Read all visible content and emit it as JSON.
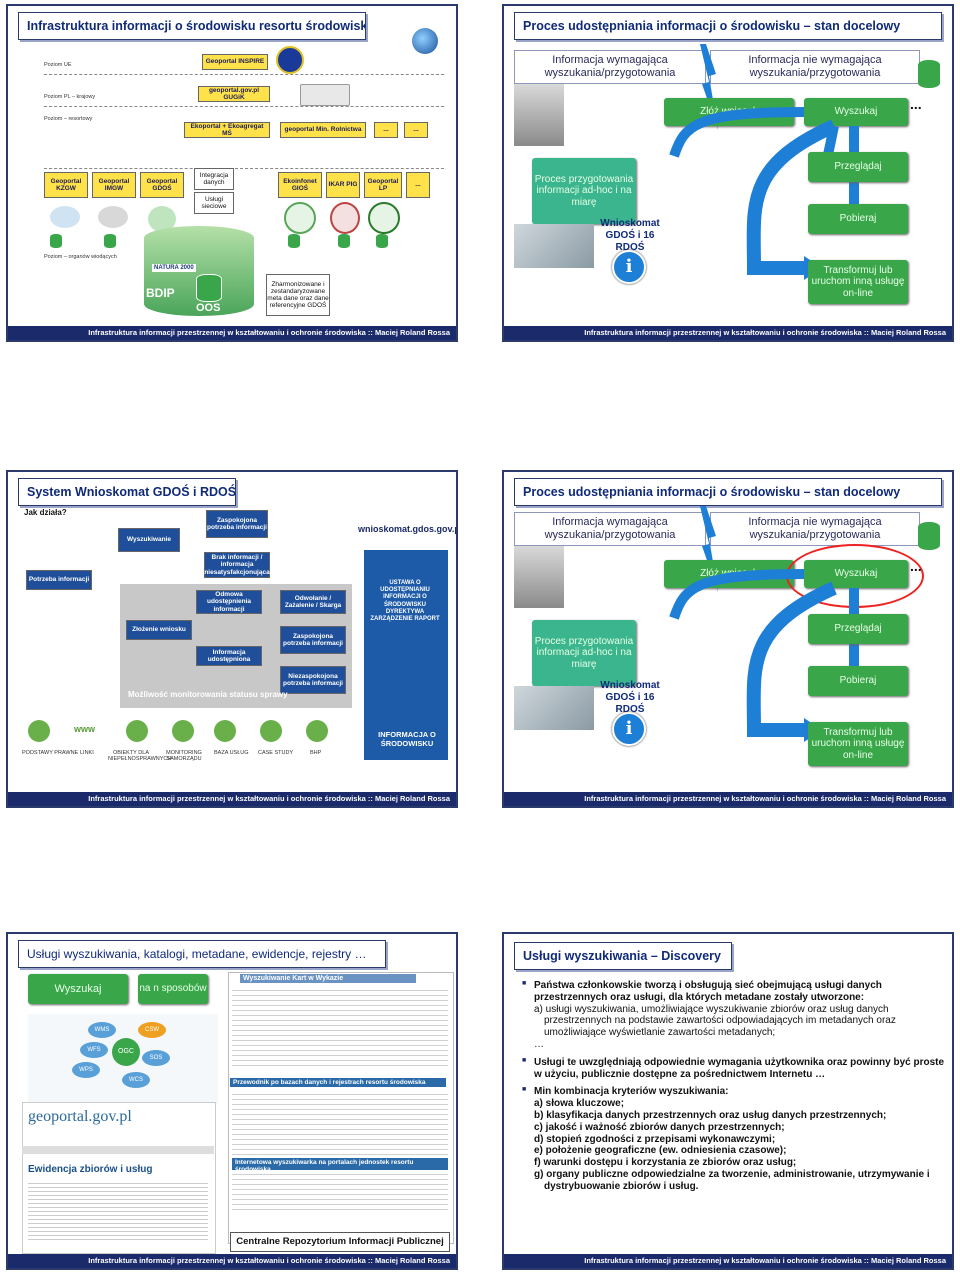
{
  "footer": "Infrastruktura informacji przestrzennej w kształtowaniu i ochronie środowiska :: Maciej Roland Rossa",
  "slide1": {
    "title": "Infrastruktura informacji o środowisku resortu środowiska",
    "levels": {
      "ue": "Poziom UE",
      "pl": "Poziom PL – krajowy",
      "resort": "Poziom – resortowy",
      "organ": "Poziom – organów wiodących"
    },
    "inspire": "Geoportal INSPIRE",
    "gugik": "geoportal.gov.pl GUGiK",
    "ekoportal": "Ekoportal + Ekoagregat MŚ",
    "minrol": "geoportal Min. Rolnictwa",
    "dots": "...",
    "portals": [
      "Geoportal KZGW",
      "Geoportal IMGW",
      "Geoportal GDOŚ"
    ],
    "integracja": "Integracja danych",
    "uslugi": "Usługi sieciowe",
    "portals2": [
      "Ekoinfonet GIOŚ",
      "IKAR PIG",
      "Geoportal LP"
    ],
    "bdip": "BDIP",
    "oos": "OOS",
    "zharm": "Zharmonizowane i zestandaryzowane meta dane oraz dane referencyjne GDOŚ",
    "natura": "NATURA 2000"
  },
  "flow": {
    "title": "Proces udostępniania informacji o środowisku – stan docelowy",
    "col1": "Informacja wymagająca wyszukania/przygotowania",
    "col2": "Informacja nie wymagająca wyszukania/przygotowania",
    "zloz": "Złóż wniosek",
    "wyszukaj": "Wyszukaj",
    "proces": "Proces przygotowania informacji ad-hoc i na miarę",
    "przegladaj": "Przeglądaj",
    "pobieraj": "Pobieraj",
    "transformuj": "Transformuj lub uruchom inną usługę on-line",
    "wnioskomat": "Wnioskomat GDOŚ i 16 RDOŚ",
    "ellipsis": "...",
    "info": "i"
  },
  "slide3": {
    "title": "System Wnioskomat GDOŚ i RDOŚ",
    "jak": "Jak działa?",
    "wyszukiwanie": "Wyszukiwanie",
    "zaspokojona": "Zaspokojona potrzeba informacji",
    "brak": "Brak informacji / informacja niesatysfakcjonująca",
    "potrzeba": "Potrzeba informacji",
    "odmowa": "Odmowa udostępnienia informacji",
    "odwolanie": "Odwołanie / Zażalenie / Skarga",
    "zlozenie": "Złożenie wniosku",
    "informacja": "Informacja udostępniona",
    "zaspokojona2": "Zaspokojona potrzeba informacji",
    "niezaspokojona": "Niezaspokojona potrzeba informacji",
    "mozliwosc": "Możliwość monitorowania statusu sprawy",
    "url": "wnioskomat.gdos.gov.pl",
    "book1": "USTAWA O UDOSTĘPNIANIU INFORMACJI O ŚRODOWISKU DYREKTYWA ZARZĄDZENIE RAPORT",
    "book2": "INFORMACJA O ŚRODOWISKU",
    "icons": [
      "PODSTAWY PRAWNE",
      "LINKI",
      "OBIEKTY DLA NIEPEŁNOSPRAWNYCH",
      "MONITORING SAMORZĄDU",
      "BAZA USŁUG",
      "CASE STUDY",
      "BHP"
    ],
    "www": "www"
  },
  "slide5": {
    "title": "Usługi wyszukiwania, katalogi, metadane, ewidencje, rejestry …",
    "wyszukaj": "Wyszukaj",
    "naspos": "na n sposobów",
    "geoportal": "geoportal.gov.pl",
    "ewidencja": "Ewidencja zbiorów i usług",
    "kart": "Wyszukiwanie Kart w Wykazie",
    "przewodnik": "Przewodnik po bazach danych i rejestrach resortu środowiska",
    "internet": "Internetowa wyszukiwarka na portalach jednostek resortu środowiska",
    "crip": "Centralne Repozytorium Informacji Publicznej",
    "nodes": [
      "WMS",
      "WFS",
      "CSW",
      "OGC",
      "SOS",
      "WCS",
      "WPS"
    ]
  },
  "slide6": {
    "title": "Usługi wyszukiwania – Discovery",
    "p1": "Państwa członkowskie tworzą i obsługują sieć obejmującą usługi danych przestrzennych oraz usługi, dla których metadane zostały utworzone:",
    "p1a": "a) usługi wyszukiwania, umożliwiające wyszukiwanie zbiorów oraz usług danych przestrzennych na podstawie zawartości odpowiadających im metadanych oraz umożliwiające wyświetlanie zawartości metadanych;",
    "p1b": "…",
    "p2": "Usługi te uwzględniają odpowiednie wymagania użytkownika oraz powinny być proste w użyciu, publicznie dostępne za pośrednictwem Internetu …",
    "p3": "Min kombinacja kryteriów wyszukiwania:",
    "items": [
      "a) słowa kluczowe;",
      "b) klasyfikacja danych przestrzennych oraz usług danych przestrzennych;",
      "c) jakość i ważność zbiorów danych przestrzennych;",
      "d) stopień zgodności z przepisami wykonawczymi;",
      "e) położenie geograficzne (ew. odniesienia czasowe);",
      "f) warunki dostępu i korzystania ze zbiorów oraz usług;",
      "g) organy publiczne odpowiedzialne za tworzenie, administrowanie, utrzymywanie i dystrybuowanie zbiorów i usług."
    ]
  },
  "colors": {
    "navy": "#1b2a6a",
    "green": "#3aa64a",
    "teal": "#3bb58e",
    "blue": "#1e7fd6",
    "yellow": "#ffe24a"
  }
}
